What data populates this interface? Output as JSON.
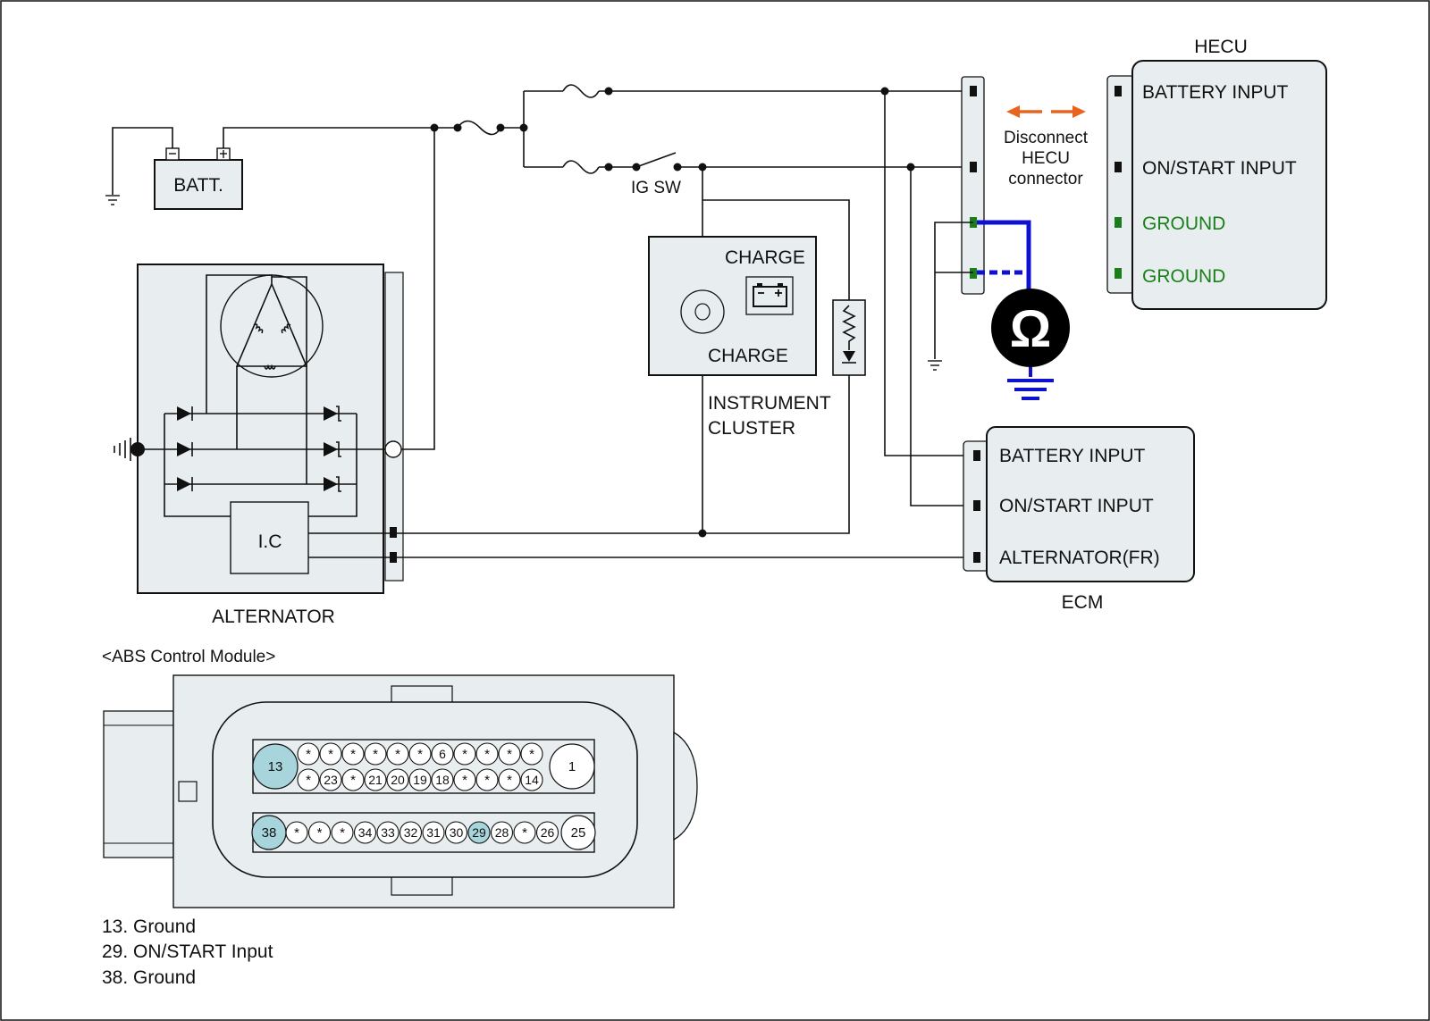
{
  "components": {
    "battery": "BATT.",
    "ig_switch": "IG SW",
    "alternator": "ALTERNATOR",
    "ic": "I.C",
    "instrument_cluster_line1": "INSTRUMENT",
    "instrument_cluster_line2": "CLUSTER",
    "charge_top": "CHARGE",
    "charge_bottom": "CHARGE",
    "hecu": "HECU",
    "ecm": "ECM",
    "disconnect_line1": "Disconnect",
    "disconnect_line2": "HECU",
    "disconnect_line3": "connector"
  },
  "hecu_pins": [
    {
      "label": "BATTERY  INPUT",
      "color": "#111111"
    },
    {
      "label": "ON/START INPUT",
      "color": "#111111"
    },
    {
      "label": "GROUND",
      "color": "#1a7f1a"
    },
    {
      "label": "GROUND",
      "color": "#1a7f1a"
    }
  ],
  "ecm_pins": [
    {
      "label": "BATTERY  INPUT"
    },
    {
      "label": "ON/START INPUT"
    },
    {
      "label": "ALTERNATOR(FR)"
    }
  ],
  "meter_symbol": "Ω",
  "abs_module": {
    "title": "<ABS Control Module>",
    "row1_top": [
      "*",
      "*",
      "*",
      "*",
      "*",
      "*",
      "6",
      "*",
      "*",
      "*",
      "*"
    ],
    "row1_bottom": [
      "*",
      "23",
      "*",
      "21",
      "20",
      "19",
      "18",
      "*",
      "*",
      "*",
      "14"
    ],
    "big_left_top": "13",
    "big_right_top": "1",
    "row2": [
      "*",
      "*",
      "*",
      "34",
      "33",
      "32",
      "31",
      "30",
      "29",
      "28",
      "*",
      "26"
    ],
    "big_left_bottom": "38",
    "big_right_bottom": "25",
    "highlighted": [
      "13",
      "38",
      "29"
    ],
    "highlight_color": "#a8d4dc"
  },
  "legend": [
    {
      "text": "13. Ground",
      "color": "#1a7f1a"
    },
    {
      "text": "29. ON/START Input",
      "color": "#111111"
    },
    {
      "text": "38. Ground",
      "color": "#1a7f1a"
    }
  ],
  "colors": {
    "probe_wire": "#1010d0",
    "arrow": "#e8641e",
    "ground_pin": "#1a7f1a"
  }
}
